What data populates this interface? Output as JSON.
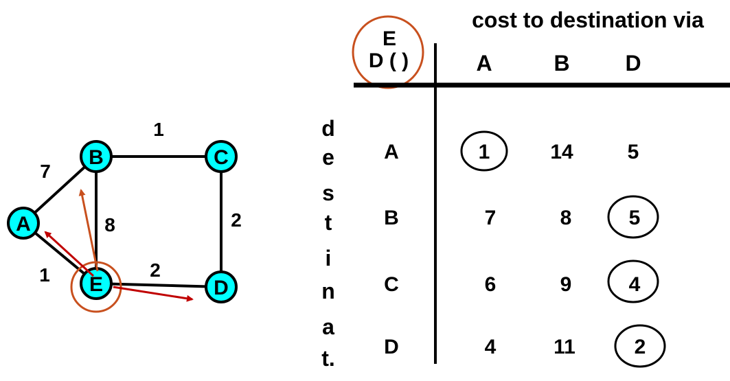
{
  "graph": {
    "nodes": [
      {
        "id": "A",
        "label": "A"
      },
      {
        "id": "B",
        "label": "B"
      },
      {
        "id": "C",
        "label": "C"
      },
      {
        "id": "D",
        "label": "D"
      },
      {
        "id": "E",
        "label": "E"
      }
    ],
    "edges": [
      {
        "from": "A",
        "to": "B",
        "weight": "7"
      },
      {
        "from": "B",
        "to": "C",
        "weight": "1"
      },
      {
        "from": "B",
        "to": "E",
        "weight": "8"
      },
      {
        "from": "C",
        "to": "D",
        "weight": "2"
      },
      {
        "from": "A",
        "to": "E",
        "weight": "1"
      },
      {
        "from": "E",
        "to": "D",
        "weight": "2"
      }
    ],
    "highlighted_node": "E",
    "arrows": [
      {
        "from": "E",
        "to": "A"
      },
      {
        "from": "E",
        "to": "B"
      },
      {
        "from": "E",
        "to": "D"
      }
    ]
  },
  "table": {
    "header_title": "cost to destination via",
    "corner_label_sup": "E",
    "corner_label": "D ( )",
    "via_columns": [
      "A",
      "B",
      "D"
    ],
    "side_label_letters": [
      "d",
      "e",
      "s",
      "t",
      "i",
      "n",
      "a",
      "t."
    ],
    "rows": [
      {
        "dest": "A",
        "values": [
          "1",
          "14",
          "5"
        ],
        "circled_index": 0
      },
      {
        "dest": "B",
        "values": [
          "7",
          "8",
          "5"
        ],
        "circled_index": 2
      },
      {
        "dest": "C",
        "values": [
          "6",
          "9",
          "4"
        ],
        "circled_index": 2
      },
      {
        "dest": "D",
        "values": [
          "4",
          "11",
          "2"
        ],
        "circled_index": 2
      }
    ]
  },
  "colors": {
    "node_fill": "#00ffff",
    "edge": "#000000",
    "highlight": "#c8501e",
    "arrow": "#c00000"
  }
}
